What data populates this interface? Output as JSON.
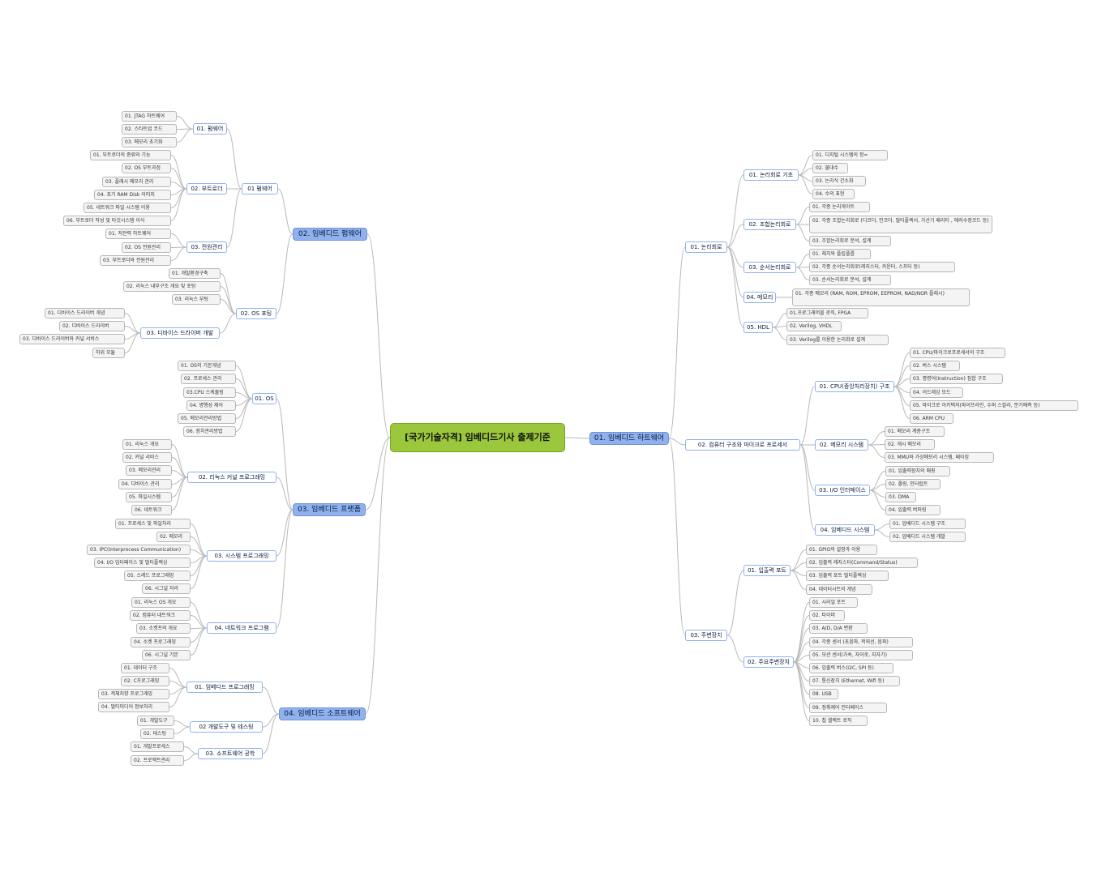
{
  "root": "[국가기술자격] 임베디드기사  출제기준",
  "branches": [
    {
      "label": "01. 임베디드 하트웨어",
      "subs": [
        {
          "label": "01. 논리회로",
          "subs": [
            {
              "label": "01. 논리회로 기초",
              "leaves": [
                "01. 디지털 시스템의 정=",
                "02. 불대수",
                "03. 논리식 간소화",
                "04. 수의 표현"
              ]
            },
            {
              "label": "02. 조합논리회로",
              "leaves": [
                "01. 각종 논리게이트",
                "02. 각종 조합논리회로 (디코더, 인코더, 멀티플렉서, 가산기 패리티 , 에러수정코드 등)",
                "03. 조합논리회로 분석, 설계"
              ]
            },
            {
              "label": "03. 순서논리회로",
              "leaves": [
                "01. 래치와 플립플롭",
                "02. 각종 순서논리회로(레지스터, 카운터, 스프터 등)",
                "03. 순서논리회로 분석, 설계"
              ]
            },
            {
              "label": "04. 메모리",
              "leaves": [
                "01. 각종 메모리 (RAM, ROM, EPROM, EEPROM, NAD/NOR 플래시)"
              ]
            },
            {
              "label": "05. HDL",
              "leaves": [
                "01.프로그래머블 로직, FPGA",
                "02. Verilog, VHDL",
                "03. Verilog를 이용한 논리회로 설계"
              ]
            }
          ]
        },
        {
          "label": "02. 컴퓨터 구조와 마이크로 프로세서",
          "subs": [
            {
              "label": "01. CPU(중앙처리장치) 구조",
              "leaves": [
                "01. CPU/마이크로프로세서의 구조",
                "02. 버스 시스템",
                "03. 명령어(Instruction) 집합 구조",
                "04. 어드레싱 모드",
                "05. 마이크로 아키텍처(파이프라인, 수퍼 스칼라, 분기예측 등)",
                "06. ARM CPU"
              ]
            },
            {
              "label": "02. 메모리 시스템",
              "leaves": [
                "01. 메모리 계층구조",
                "02. 캐시 메모리",
                "03. MMU와 가상메모리 시스템, 페이징"
              ]
            },
            {
              "label": "03. I/O 인터페이스",
              "leaves": [
                "01. 입출력장치의 매핑",
                "02. 폴링, 인터럽트",
                "03. DMA",
                "04. 입출력 버퍼링"
              ]
            },
            {
              "label": "04. 임베디드 시스템",
              "leaves": [
                "01. 임베디드 시스템 구조",
                "02. 임베디드 시스템 개발"
              ]
            }
          ]
        },
        {
          "label": "03. 주변장치",
          "subs": [
            {
              "label": "01. 입출력 포트",
              "leaves": [
                "01. GPIO의 설정과 이용",
                "02. 입출력 레지스터(Command/Status)",
                "03. 입출력 포트 멀티플렉싱",
                "04. 데이터시트의 개념"
              ]
            },
            {
              "label": "02. 주요주변장치",
              "leaves": [
                "01. 시리얼 포트",
                "02. 타이머",
                "03. A/D, D/A 변환",
                "04. 각종 센서 (초음파, 적외선, 음파)",
                "05. 모션 센서(가속, 자이로, 지자기)",
                "06. 입출력 버스(I2C, SPI 등)",
                "07. 통신장치 (Ethernet, Wifi 등)",
                "08. USB",
                "09. 정취제어 인터페이스",
                "10. 칩 셀렉트 로직"
              ]
            }
          ]
        }
      ]
    },
    {
      "label": "02. 임베디드 펌웨어",
      "subs": [
        {
          "label": "01 펌웨어",
          "subs": [
            {
              "label": "01. 펌웨어",
              "leaves": [
                "01. JTAG 하트웨어",
                "02. 스타트업 코드",
                "03. 메모리 초기화"
              ]
            },
            {
              "label": "02. 부트로더",
              "leaves": [
                "01. 부트로더의 종류와 기능",
                "02. OS 부트과정",
                "03. 플래시 메모리 관리",
                "04. 초기 RAM Disk 이미지",
                "05. 네트워크 파일 시스템 이용",
                "06. 부트로더 작성 및 타깃시스템 이식"
              ]
            },
            {
              "label": "03. 전원관리",
              "leaves": [
                "01. 저전력 하트웨어",
                "02. OS 전원관리",
                "03. 부트로더와 전원관리"
              ]
            }
          ]
        },
        {
          "label": "02. OS 포팅",
          "subs": [
            {
              "label": "",
              "leaves": [
                "01. 개발환경구축",
                "02. 리눅스 내부구조 개요 및 포팅",
                "03. 리눅스 부팅"
              ]
            },
            {
              "label": "03. 디바이스 드라이버 개발",
              "leaves": [
                "01. 디바이스 드라이버 개념",
                "02. 디바이스 드라이버",
                "03. 디바이스 드라이버와 커널 서비스",
                "하위 모듈"
              ]
            }
          ]
        }
      ]
    },
    {
      "label": "03. 임베디드 프랫폼",
      "subs": [
        {
          "label": "01. OS",
          "leaves": [
            "01. OS의 기본개념",
            "02. 프로세스 관리",
            "03.CPU 스케줄링",
            "04. 병행성 제어",
            "05. 메모리관리방법",
            "06. 장치관리방법"
          ]
        },
        {
          "label": "02. 리눅스 커널 프로그래밍",
          "leaves": [
            "01. 리눅스 개요",
            "02. 커널 서비스",
            "03. 메모리관리",
            "04. 디바이스 관리",
            "05. 파일시스템",
            "06. 네트워크"
          ]
        },
        {
          "label": "03. 시스템 프로그래밍",
          "leaves": [
            "01. 프로세스 및 파일처리",
            "02. 메모리",
            "03. IPC(Interprocess Communication)",
            "04. I/O 입터페이스 및 멀티플렉싱",
            "05. 스레드 프로그래밍",
            "06. 시그널 처리"
          ]
        },
        {
          "label": "04. 네트워크 프로그램",
          "leaves": [
            "01. 리눅스 OS 개요",
            "02. 컴퓨터 네트워크",
            "03. 소켓프의 개요",
            "04. 소켓 프로그래밍",
            "06. 시그널 기본"
          ]
        }
      ]
    },
    {
      "label": "04. 임베디드 소프트웨어",
      "subs": [
        {
          "label": "01. 임베디드 프로그래밍",
          "leaves": [
            "01. 데이터 구조",
            "02. C프로그래밍",
            "03. 객체지향 프로그래밍",
            "04. 멀티미디어 정보처리"
          ]
        },
        {
          "label": "02 개발도구 및 테스팅",
          "leaves": [
            "01. 개발도구",
            "02. 테스팅"
          ]
        },
        {
          "label": "03. 소프트웨어 공학",
          "leaves": [
            "01. 개발프로세스",
            "02. 프로젝트관리"
          ]
        }
      ]
    }
  ]
}
